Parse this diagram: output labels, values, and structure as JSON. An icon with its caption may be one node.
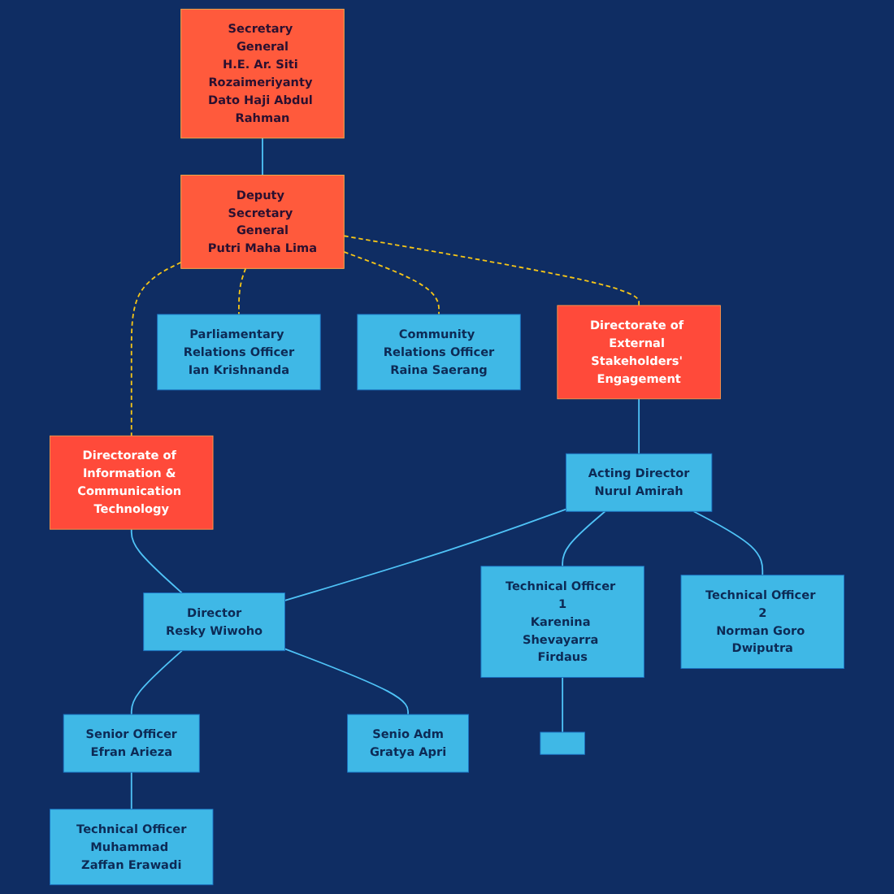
{
  "diagram": {
    "nodes": [
      {
        "text": [
          "Secretary General",
          "H.E. Ar. Siti Rozaimeriyanty Dato Haji Abdul Rahman"
        ]
      },
      {
        "text": [
          "Deputy Secretary General",
          "Putri Maha Lima"
        ]
      },
      {
        "text": [
          "Directorate of External Stakeholders' Engagement"
        ]
      },
      {
        "text": [
          "Acting Director",
          "Nurul Amirah"
        ]
      },
      {
        "text": [
          "Directorate of Information & Communication Technology"
        ]
      },
      {
        "text": [
          "Director",
          "Resky Wiwoho"
        ]
      },
      {
        "text": [
          "Parliamentary Relations Officer",
          "Ian Krishnanda"
        ]
      },
      {
        "text": [
          "Community Relations Officer",
          "Raina Saerang"
        ]
      },
      {
        "text": [
          "Senior Officer",
          "Efran Arieza"
        ]
      },
      {
        "text": [
          "Senio Adm",
          "Gratya Apri"
        ]
      },
      {
        "text": [],
        "shape": "box"
      },
      {
        "text": [
          "Technical Officer 1",
          "Karenina Shevayarra Firdaus"
        ]
      },
      {
        "text": [
          "Technical Officer 2",
          "Norman Goro Dwiputra"
        ]
      },
      {
        "text": [
          "Technical Officer",
          "Muhammad Zaffan Erawadi"
        ]
      }
    ],
    "edges": [
      {
        "from": 0,
        "to": 1,
        "arrow": "none"
      },
      {
        "from": 1,
        "to": 2,
        "arrow": "none",
        "style": "dashed",
        "color": "#f5c518"
      },
      {
        "from": 1,
        "to": 6,
        "arrow": "none",
        "style": "dashed",
        "color": "#f5c518"
      },
      {
        "from": 1,
        "to": 7,
        "arrow": "none",
        "style": "dashed",
        "color": "#f5c518"
      },
      {
        "from": 1,
        "to": 4,
        "arrow": "none",
        "style": "dashed",
        "color": "#f5c518"
      },
      {
        "from": 2,
        "to": 3,
        "arrow": "none"
      },
      {
        "from": 4,
        "to": 5,
        "arrow": "none"
      },
      {
        "from": 3,
        "to": 5,
        "arrow": "none"
      },
      {
        "from": 3,
        "to": 11,
        "arrow": "none"
      },
      {
        "from": 3,
        "to": 12,
        "arrow": "none"
      },
      {
        "from": 11,
        "to": 10,
        "arrow": "none"
      },
      {
        "from": 5,
        "to": 8,
        "arrow": "none"
      },
      {
        "from": 5,
        "to": 9,
        "arrow": "none"
      },
      {
        "from": 8,
        "to": 13,
        "arrow": "none"
      }
    ]
  }
}
